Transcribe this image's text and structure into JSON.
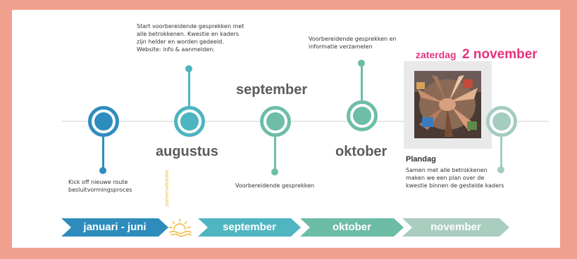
{
  "milestones": {
    "kickoff": "Kick off nieuwe route\nbesluitvormingsproces",
    "start_text": "Start voorbereidende gesprekken met\nalle betrokkenen. Kwestie en kaders\nzijn helder en worden gedeeld.\nWebsite: info & aanmelden.",
    "september_text": "Voorbereidende gesprekken",
    "oktober_text": "Voorbereidende gesprekken en\ninformatie verzamelen",
    "plandag_title": "Plandag",
    "plandag_text": "Samen met alle betrokkenen\nmaken we een plan over de\nkwestie binnen de gestelde kaders"
  },
  "months": {
    "augustus": "augustus",
    "september": "september",
    "oktober": "oktober"
  },
  "date_banner": {
    "prefix": "zaterdag",
    "date": "2 november",
    "color": "#e8317d"
  },
  "zomervakantie": "zomervakantie",
  "arrows": [
    {
      "label": "januari - juni",
      "color": "#2d8cbc"
    },
    {
      "label": "september",
      "color": "#4fb6c1"
    },
    {
      "label": "oktober",
      "color": "#6dbca6"
    },
    {
      "label": "november",
      "color": "#a9cdbf"
    }
  ],
  "colors": {
    "node1": "#2f8cbf",
    "node2": "#4db4c0",
    "node3": "#6dbda7",
    "node4": "#6dbda7",
    "node5": "#a5cdbf"
  }
}
